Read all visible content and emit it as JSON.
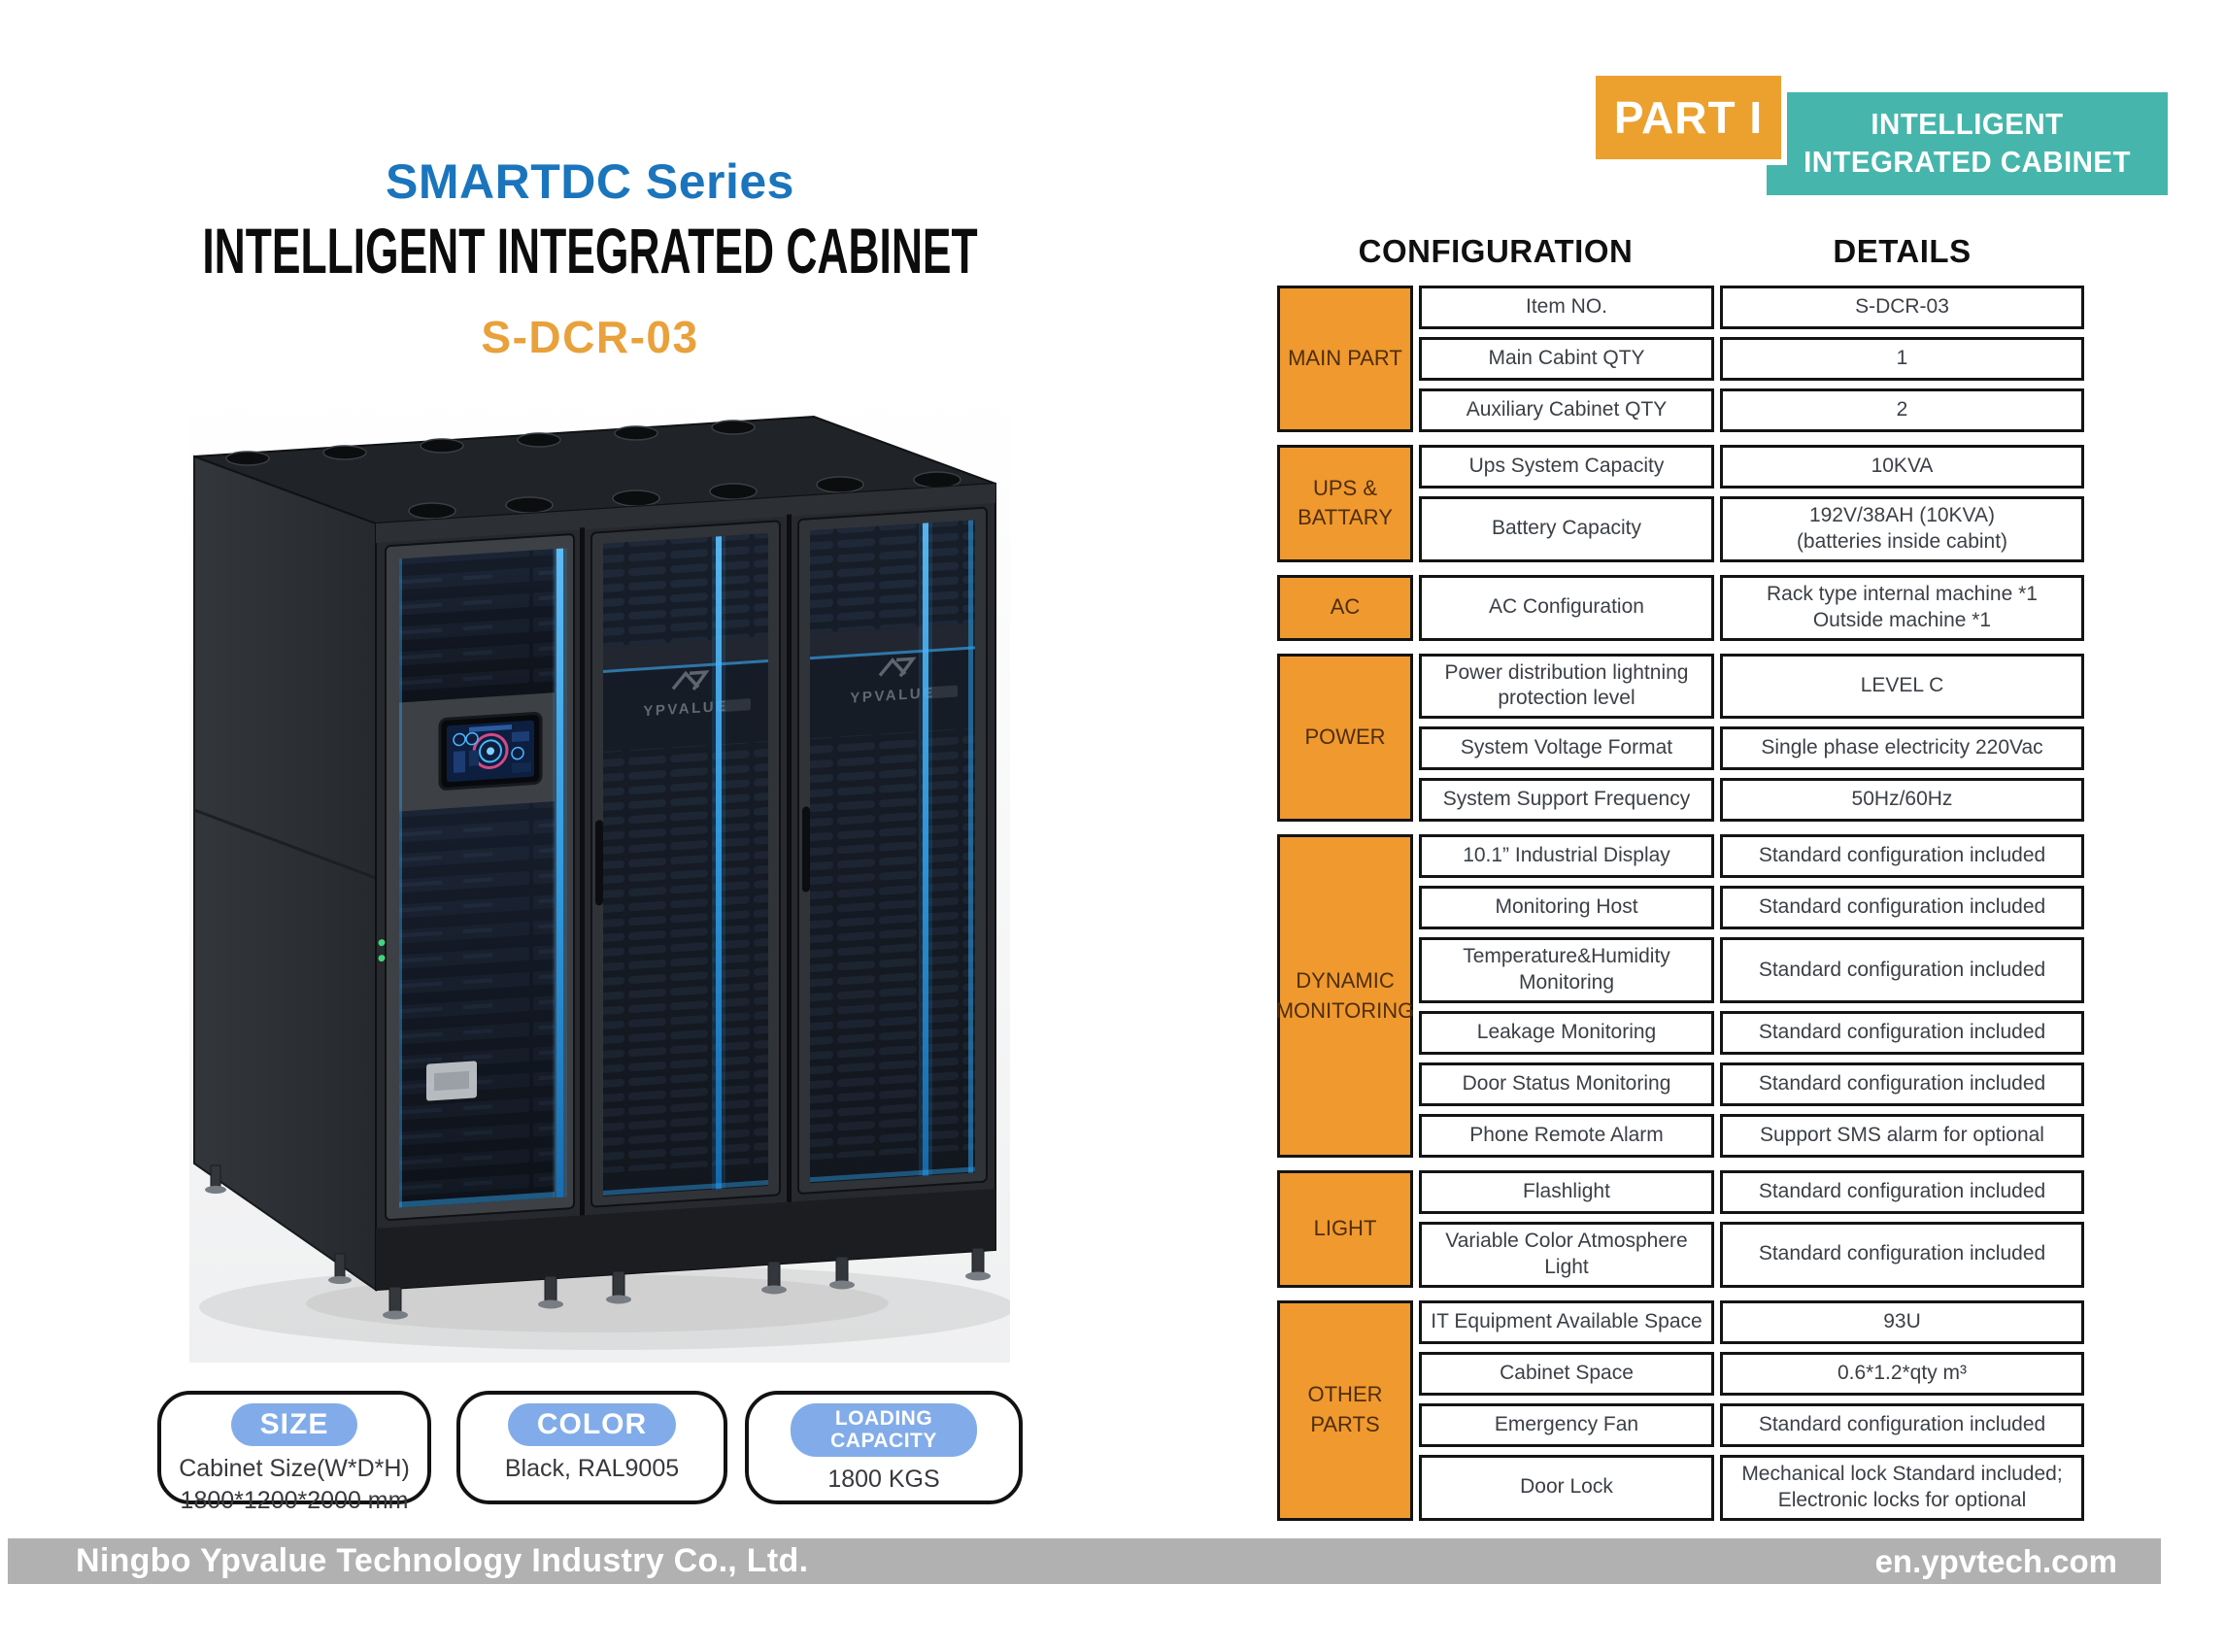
{
  "colors": {
    "orange_badge": "#eca12f",
    "teal": "#46b6ac",
    "blue_title": "#1b75bc",
    "model_orange": "#e9a13b",
    "table_orange": "#f0992e",
    "pill_blue": "#82ace9",
    "footer_gray": "#b1b1b1",
    "led_blue": "#2f9fe8"
  },
  "header": {
    "part_badge": "PART I",
    "category_badge": "INTELLIGENT INTEGRATED CABINET"
  },
  "title": {
    "series": "SMARTDC Series",
    "main": "INTELLIGENT INTEGRATED CABINET",
    "model": "S-DCR-03"
  },
  "product": {
    "logo_text": "YPVALUE"
  },
  "info_cards": [
    {
      "label": "SIZE",
      "lines": [
        "Cabinet Size(W*D*H)",
        "1800*1200*2000 mm"
      ]
    },
    {
      "label": "COLOR",
      "lines": [
        "Black, RAL9005"
      ]
    },
    {
      "label": "LOADING CAPACITY",
      "lines": [
        "1800 KGS"
      ]
    }
  ],
  "table": {
    "headers": [
      "CONFIGURATION",
      "DETAILS"
    ],
    "groups": [
      {
        "label": "MAIN PART",
        "rows": [
          [
            "Item NO.",
            "S-DCR-03"
          ],
          [
            "Main Cabint QTY",
            "1"
          ],
          [
            "Auxiliary Cabinet QTY",
            "2"
          ]
        ]
      },
      {
        "label": "UPS & BATTARY",
        "rows": [
          [
            "Ups System Capacity",
            "10KVA"
          ],
          [
            "Battery Capacity",
            "192V/38AH (10KVA)\n(batteries inside cabint)"
          ]
        ]
      },
      {
        "label": "AC",
        "rows": [
          [
            "AC Configuration",
            "Rack type internal machine *1\nOutside machine *1"
          ]
        ]
      },
      {
        "label": "POWER",
        "rows": [
          [
            "Power distribution lightning protection level",
            "LEVEL C"
          ],
          [
            "System Voltage Format",
            "Single phase electricity 220Vac"
          ],
          [
            "System Support Frequency",
            "50Hz/60Hz"
          ]
        ]
      },
      {
        "label": "DYNAMIC MONITORING",
        "rows": [
          [
            "10.1” Industrial Display",
            "Standard configuration included"
          ],
          [
            "Monitoring Host",
            "Standard configuration included"
          ],
          [
            "Temperature&Humidity Monitoring",
            "Standard configuration included"
          ],
          [
            "Leakage Monitoring",
            "Standard configuration included"
          ],
          [
            "Door Status Monitoring",
            "Standard configuration included"
          ],
          [
            "Phone Remote Alarm",
            "Support SMS alarm for optional"
          ]
        ]
      },
      {
        "label": "LIGHT",
        "rows": [
          [
            "Flashlight",
            "Standard configuration included"
          ],
          [
            "Variable Color Atmosphere Light",
            "Standard configuration included"
          ]
        ]
      },
      {
        "label": "OTHER PARTS",
        "rows": [
          [
            "IT Equipment Available Space",
            "93U"
          ],
          [
            "Cabinet Space",
            "0.6*1.2*qty m³"
          ],
          [
            "Emergency Fan",
            "Standard configuration included"
          ],
          [
            "Door Lock",
            "Mechanical lock Standard included;\nElectronic locks for optional"
          ]
        ]
      }
    ]
  },
  "footer": {
    "company": "Ningbo Ypvalue Technology Industry Co., Ltd.",
    "website": "en.ypvtech.com"
  }
}
